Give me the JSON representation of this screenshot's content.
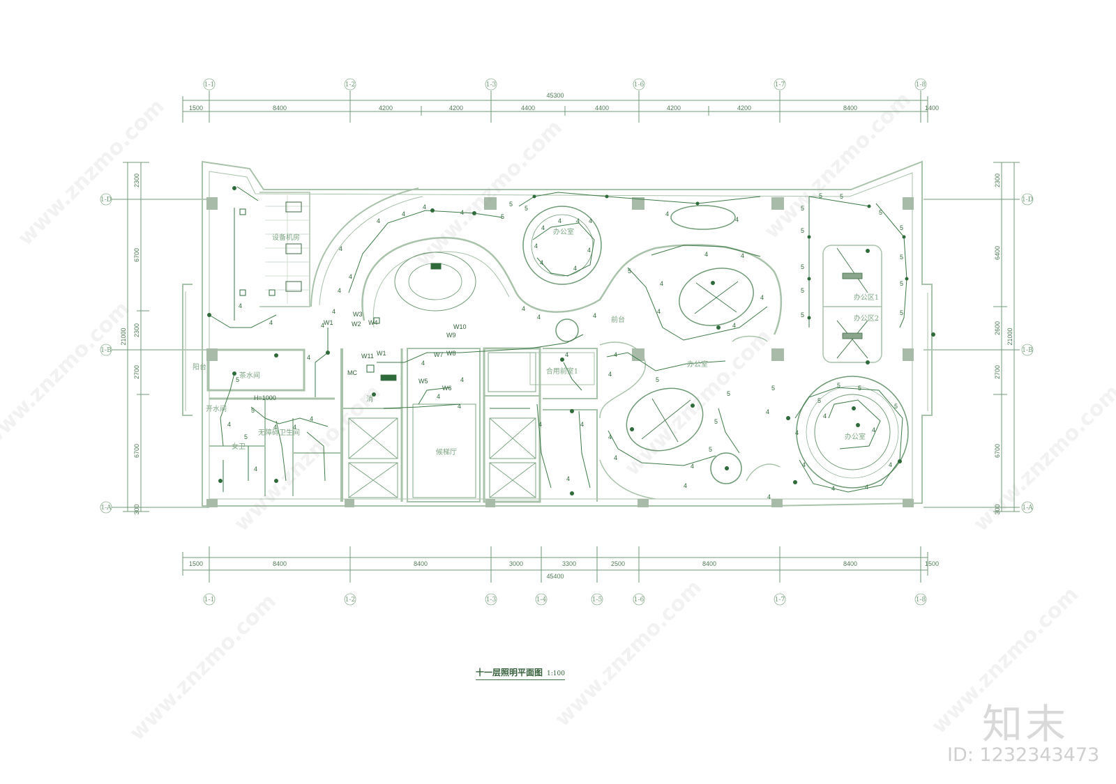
{
  "top_dim": {
    "total": "45300",
    "segments": [
      "1500",
      "8400",
      "4200",
      "4200",
      "4400",
      "4400",
      "4200",
      "4200",
      "8400",
      "1400"
    ]
  },
  "bottom_dim": {
    "total": "45400",
    "segments": [
      "1500",
      "8400",
      "8400",
      "3000",
      "3300",
      "2500",
      "8400",
      "8400",
      "1500"
    ]
  },
  "top_axes": [
    "1-1",
    "1-2",
    "1-3",
    "1-6",
    "1-7",
    "1-8"
  ],
  "bottom_axes": [
    "1-1",
    "1-2",
    "1-3",
    "1-4",
    "1-5",
    "1-6",
    "1-7",
    "1-8"
  ],
  "left_dim": {
    "total": "21000",
    "segments": [
      "2300",
      "6700",
      "2300",
      "2700",
      "6700",
      "300"
    ]
  },
  "right_dim": {
    "total": "21000",
    "segments": [
      "2300",
      "6400",
      "2600",
      "2700",
      "6700",
      "300"
    ]
  },
  "left_axes": [
    "1-D",
    "1-B",
    "1-A"
  ],
  "right_axes": [
    "1-D",
    "1-B",
    "1-A"
  ],
  "rooms": {
    "equipment": "设备机房",
    "office_1": "办公室",
    "office_2": "办公室",
    "office_3": "办公室",
    "office_area_1": "办公区1",
    "office_area_2": "办公区2",
    "reception": "前台",
    "shared_meeting": "合用前室1",
    "elevator_hall": "候梯厅",
    "balcony": "阳台",
    "tea_room": "茶水间",
    "boiler": "开水间",
    "female_wc": "女卫",
    "male_wc": "无障碍卫生间",
    "fire": "消"
  },
  "wire_labels": [
    "W1",
    "W2",
    "W3",
    "W4",
    "W5",
    "W6",
    "W7",
    "W8",
    "W9",
    "W10",
    "W11",
    "H=1000",
    "MC"
  ],
  "title": {
    "text": "十一层照明平面图",
    "scale": "1:100"
  },
  "watermark": "www.znzmo.com",
  "brand": "知末",
  "image_id": "ID: 1232343473",
  "colors": {
    "line": "#6f9a76",
    "wall": "#a9c2aa",
    "wire": "#2f6a3a",
    "column": "#a8bba9"
  }
}
